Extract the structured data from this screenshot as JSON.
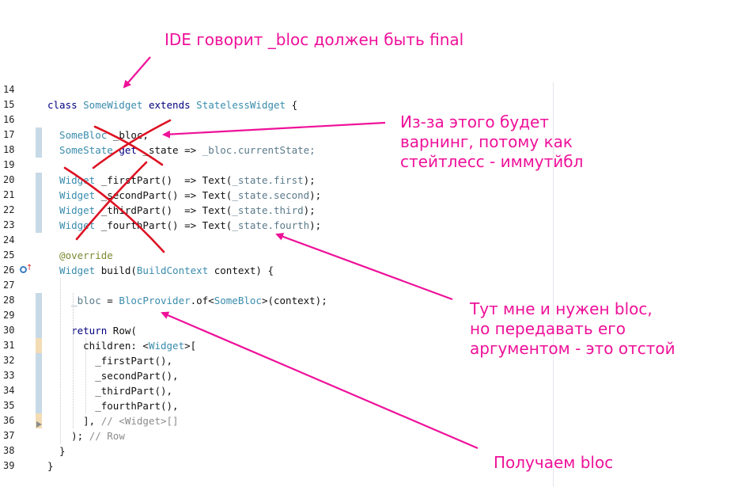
{
  "editor": {
    "line_numbers": [
      "14",
      "15",
      "16",
      "17",
      "18",
      "19",
      "20",
      "21",
      "22",
      "23",
      "24",
      "25",
      "26",
      "27",
      "28",
      "29",
      "30",
      "31",
      "32",
      "33",
      "34",
      "35",
      "36",
      "37",
      "38",
      "39"
    ],
    "lines": [
      [],
      [
        {
          "t": "class ",
          "c": "kw"
        },
        {
          "t": "SomeWidget ",
          "c": "type"
        },
        {
          "t": "extends ",
          "c": "kw"
        },
        {
          "t": "StatelessWidget",
          "c": "type"
        },
        {
          "t": " {",
          "c": ""
        }
      ],
      [],
      [
        {
          "t": "  SomeBloc",
          "c": "type"
        },
        {
          "t": " _bloc;",
          "c": ""
        }
      ],
      [
        {
          "t": "  SomeState ",
          "c": "type"
        },
        {
          "t": "get",
          "c": "kw"
        },
        {
          "t": " _state => ",
          "c": ""
        },
        {
          "t": "_bloc",
          "c": "field"
        },
        {
          "t": ".currentState;",
          "c": "field"
        }
      ],
      [],
      [
        {
          "t": "  Widget",
          "c": "type"
        },
        {
          "t": " _firstPart()  => Text(",
          "c": ""
        },
        {
          "t": "_state.first",
          "c": "field"
        },
        {
          "t": ");",
          "c": ""
        }
      ],
      [
        {
          "t": "  Widget",
          "c": "type"
        },
        {
          "t": " _secondPart() => Text(",
          "c": ""
        },
        {
          "t": "_state.second",
          "c": "field"
        },
        {
          "t": ");",
          "c": ""
        }
      ],
      [
        {
          "t": "  Widget",
          "c": "type"
        },
        {
          "t": " _thirdPart()  => Text(",
          "c": ""
        },
        {
          "t": "_state.third",
          "c": "field"
        },
        {
          "t": ");",
          "c": ""
        }
      ],
      [
        {
          "t": "  Widget",
          "c": "type"
        },
        {
          "t": " _fourthPart() => Text(",
          "c": ""
        },
        {
          "t": "_state.fourth",
          "c": "field"
        },
        {
          "t": ");",
          "c": ""
        }
      ],
      [],
      [
        {
          "t": "  @override",
          "c": "ann"
        }
      ],
      [
        {
          "t": "  Widget",
          "c": "type"
        },
        {
          "t": " build(",
          "c": ""
        },
        {
          "t": "BuildContext",
          "c": "type"
        },
        {
          "t": " context) {",
          "c": ""
        }
      ],
      [],
      [
        {
          "t": "    _bloc",
          "c": "field"
        },
        {
          "t": " = ",
          "c": ""
        },
        {
          "t": "BlocProvider",
          "c": "type"
        },
        {
          "t": ".of<",
          "c": ""
        },
        {
          "t": "SomeBloc",
          "c": "type"
        },
        {
          "t": ">(context);",
          "c": ""
        }
      ],
      [],
      [
        {
          "t": "    return ",
          "c": "kw"
        },
        {
          "t": "Row(",
          "c": ""
        }
      ],
      [
        {
          "t": "      children: <",
          "c": ""
        },
        {
          "t": "Widget",
          "c": "type"
        },
        {
          "t": ">[",
          "c": ""
        }
      ],
      [
        {
          "t": "        _firstPart(),",
          "c": ""
        }
      ],
      [
        {
          "t": "        _secondPart(),",
          "c": ""
        }
      ],
      [
        {
          "t": "        _thirdPart(),",
          "c": ""
        }
      ],
      [
        {
          "t": "        _fourthPart(),",
          "c": ""
        }
      ],
      [
        {
          "t": "      ], ",
          "c": ""
        },
        {
          "t": "// <Widget>[]",
          "c": "cmt"
        }
      ],
      [
        {
          "t": "    ); ",
          "c": ""
        },
        {
          "t": "// Row",
          "c": "cmt"
        }
      ],
      [
        {
          "t": "  }",
          "c": ""
        }
      ],
      [
        {
          "t": "}",
          "c": ""
        }
      ]
    ]
  },
  "annotations": {
    "final_note": "IDE говорит _bloc должен быть final",
    "warning_note": "Из-за этого будет\nварнинг, потому как\nстейтлесс - иммутйбл",
    "need_bloc_note": "Тут мне и нужен bloc,\nно передавать его\nаргументом - это отстой",
    "get_bloc_note": "Получаем bloc"
  },
  "colors": {
    "annotation": "#ee1199",
    "cross": "#dd1122",
    "keyword": "#000080",
    "type": "#3a8cac",
    "change_strip": "#c6d9e6",
    "modified_strip": "#f3dcb4"
  }
}
